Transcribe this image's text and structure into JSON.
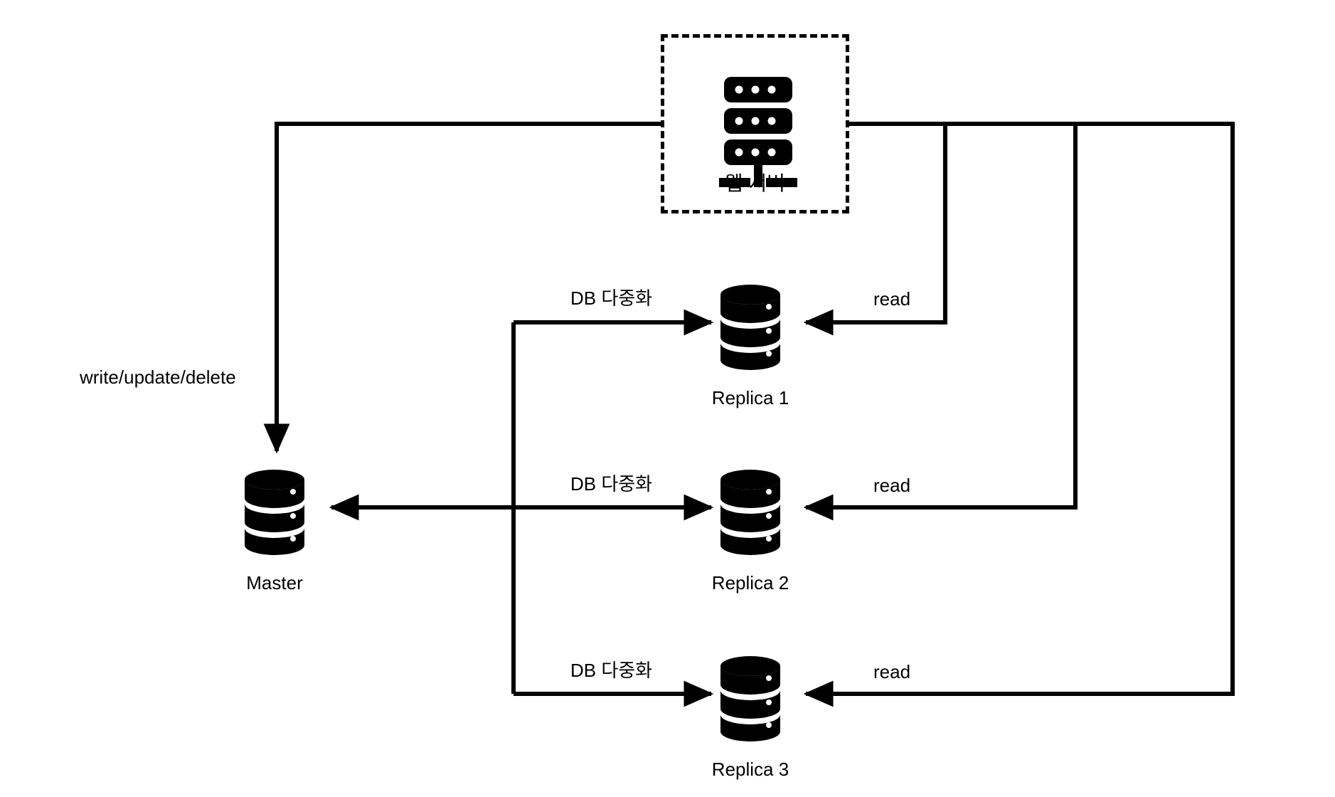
{
  "diagram": {
    "title_present": false,
    "background_color": "#ffffff",
    "stroke_color": "#000000",
    "nodes": [
      {
        "id": "web-server",
        "label": "웹 서버",
        "icon": "server-rack-icon",
        "box_style": "dashed"
      },
      {
        "id": "master",
        "label": "Master",
        "icon": "database-cylinder-icon"
      },
      {
        "id": "replica-1",
        "label": "Replica 1",
        "icon": "database-cylinder-icon"
      },
      {
        "id": "replica-2",
        "label": "Replica 2",
        "icon": "database-cylinder-icon"
      },
      {
        "id": "replica-3",
        "label": "Replica 3",
        "icon": "database-cylinder-icon"
      }
    ],
    "edge_labels": {
      "write": "write/update/delete",
      "replication_1": "DB 다중화",
      "replication_2": "DB 다중화",
      "replication_3": "DB 다중화",
      "read_1": "read",
      "read_2": "read",
      "read_3": "read"
    },
    "edges": [
      {
        "from": "web-server",
        "to": "master",
        "label": "write/update/delete"
      },
      {
        "from": "master",
        "to": "replica-1",
        "label": "DB 다중화"
      },
      {
        "from": "master",
        "to": "replica-2",
        "label": "DB 다중화"
      },
      {
        "from": "master",
        "to": "replica-3",
        "label": "DB 다중화"
      },
      {
        "from": "web-server",
        "to": "replica-1",
        "label": "read"
      },
      {
        "from": "web-server",
        "to": "replica-2",
        "label": "read"
      },
      {
        "from": "web-server",
        "to": "replica-3",
        "label": "read"
      }
    ]
  }
}
